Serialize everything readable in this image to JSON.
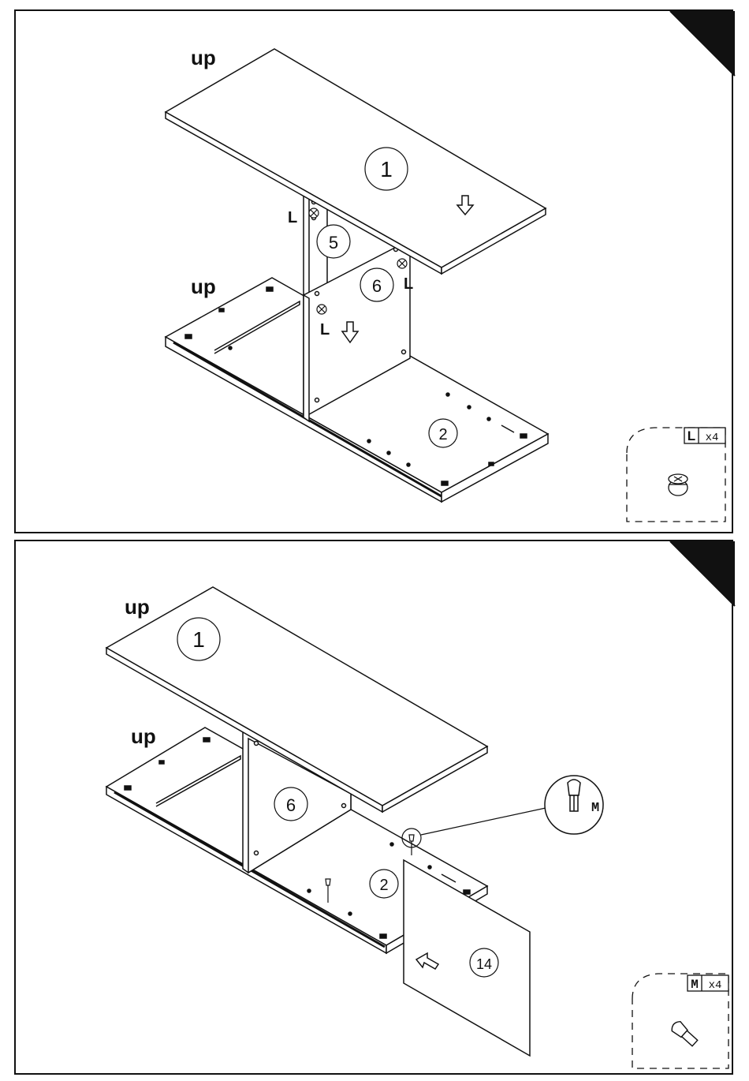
{
  "step1": {
    "up_top": "up",
    "up_bottom": "up",
    "part_top": "1",
    "part_side": "5",
    "part_divider": "6",
    "part_bottom": "2",
    "fitting_label": "L",
    "fitting_callout_letter": "L",
    "fitting_callout_qty": "x4"
  },
  "step2": {
    "up_top": "up",
    "up_bottom": "up",
    "part_top": "1",
    "part_divider": "6",
    "part_bottom": "2",
    "part_back": "14",
    "fitting_label": "M",
    "fitting_callout_letter": "M",
    "fitting_callout_qty": "x4"
  }
}
